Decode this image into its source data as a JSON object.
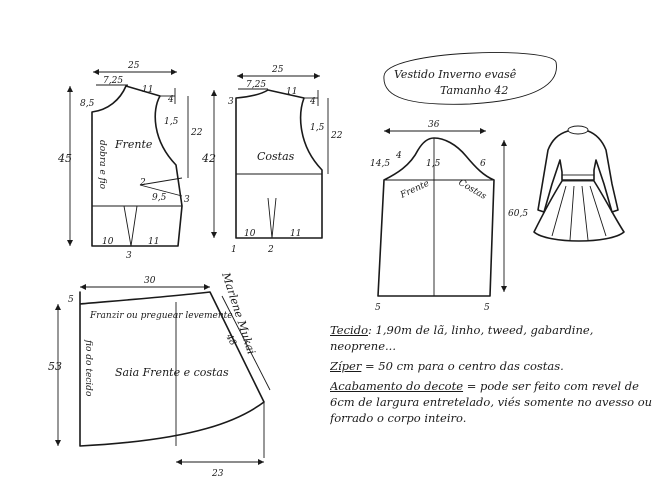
{
  "title": {
    "line1": "Vestido Inverno evasê",
    "line2": "Tamanho 42"
  },
  "front_bodice": {
    "label": "Frente",
    "fold": "dobra e fio",
    "width": "25",
    "neck_width": "7,25",
    "shoulder": "11",
    "shoulder_drop": "4",
    "neck_depth": "8,5",
    "armhole": "1,5",
    "armhole_depth": "22",
    "length": "45",
    "dart_top": "2",
    "dart_len": "9,5",
    "side": "3",
    "waist_left": "10",
    "waist_right": "11",
    "waist_dart": "3"
  },
  "back_bodice": {
    "label": "Costas",
    "width": "25",
    "neck_width": "7,25",
    "shoulder": "11",
    "shoulder_drop": "4",
    "neck_depth": "3",
    "armhole": "1,5",
    "armhole_depth": "22",
    "length": "42",
    "waist_left": "10",
    "waist_right": "11",
    "dart": "2",
    "corner": "1"
  },
  "sleeve": {
    "front_label": "Frente",
    "back_label": "Costas",
    "width": "36",
    "cap_height": "14,5",
    "cap_front": "4",
    "cap_back": "6",
    "cap_mid": "1,5",
    "length": "60,5",
    "cuff_left": "5",
    "cuff_right": "5"
  },
  "skirt": {
    "note": "Franzir ou preguear levemente",
    "label": "Saia Frente e costas",
    "fold": "fio do tecido",
    "top_width": "30",
    "top_drop": "5",
    "length": "53",
    "diagonal": "48",
    "hem": "23"
  },
  "signature": "Marlene Mukai",
  "notes": {
    "fabric_label": "Tecido",
    "fabric_text": ": 1,90m de lã, linho, tweed, gabardine, neoprene...",
    "zipper_label": "Zíper",
    "zipper_text": " = 50 cm para o centro das costas.",
    "finish_label": "Acabamento do decote",
    "finish_text": " = pode ser feito com revel de 6cm de largura entretelado, viés somente no avesso ou forrado o corpo inteiro."
  }
}
